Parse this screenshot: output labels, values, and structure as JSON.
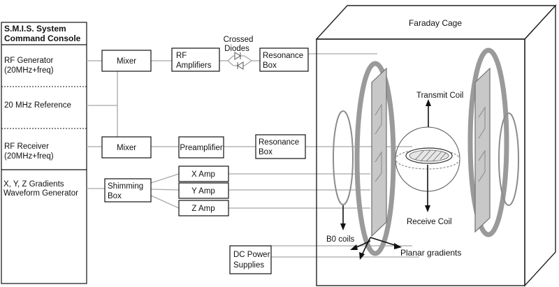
{
  "console": {
    "title_line1": "S.M.I.S. System",
    "title_line2": "Command Console",
    "rf_generator_line1": "RF Generator",
    "rf_generator_line2": "(20MHz+freq)",
    "reference": "20 MHz Reference",
    "rf_receiver_line1": "RF Receiver",
    "rf_receiver_line2": "(20MHz+freq)",
    "gradients_line1": "X, Y, Z Gradients",
    "gradients_line2": "Waveform Generator"
  },
  "blocks": {
    "mixer_top": "Mixer",
    "mixer_bottom": "Mixer",
    "rf_amplifiers_line1": "RF",
    "rf_amplifiers_line2": "Amplifiers",
    "crossed_diodes_line1": "Crossed",
    "crossed_diodes_line2": "Diodes",
    "resonance_top_line1": "Resonance",
    "resonance_top_line2": "Box",
    "preamplifier": "Preamplifier",
    "resonance_bottom_line1": "Resonance",
    "resonance_bottom_line2": "Box",
    "shimming_line1": "Shimming",
    "shimming_line2": "Box",
    "x_amp": "X Amp",
    "y_amp": "Y Amp",
    "z_amp": "Z Amp",
    "dc_power_line1": "DC Power",
    "dc_power_line2": "Supplies"
  },
  "cage": {
    "title": "Faraday Cage",
    "transmit_coil": "Transmit Coil",
    "receive_coil": "Receive Coil",
    "b0_coils": "B0 coils",
    "planar_gradients": "Planar gradients"
  }
}
